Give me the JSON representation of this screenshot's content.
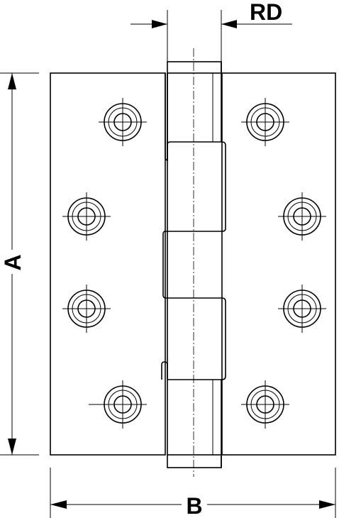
{
  "labels": {
    "rd": "RD",
    "height": "A",
    "width": "B"
  }
}
